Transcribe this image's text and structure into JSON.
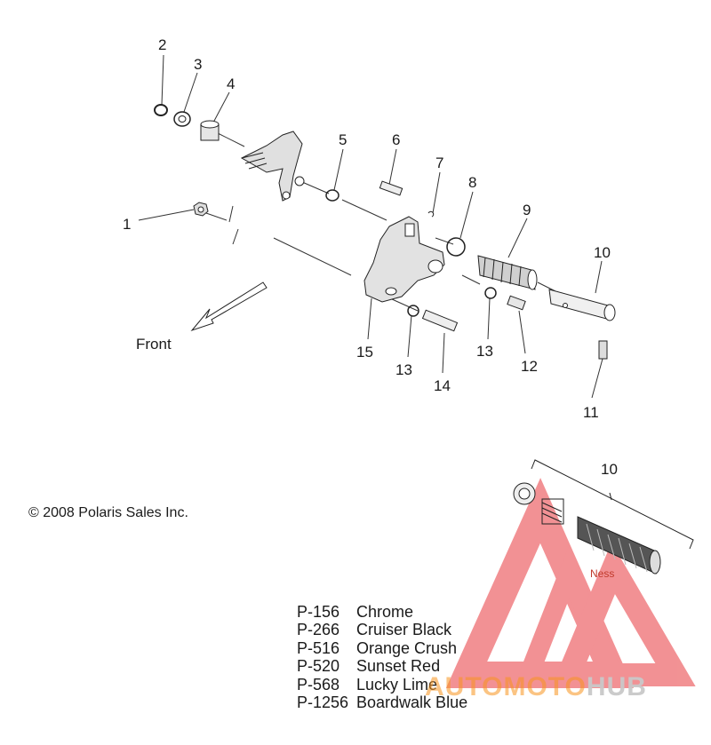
{
  "callouts": [
    "1",
    "2",
    "3",
    "4",
    "5",
    "6",
    "7",
    "8",
    "9",
    "10",
    "11",
    "12",
    "13",
    "13",
    "14",
    "15",
    "10"
  ],
  "front_label": "Front",
  "copyright": "© 2008 Polaris Sales Inc.",
  "brand_mark": "Ness",
  "paint_options": [
    {
      "code": "P-156",
      "name": "Chrome"
    },
    {
      "code": "P-266",
      "name": "Cruiser Black"
    },
    {
      "code": "P-516",
      "name": "Orange Crush"
    },
    {
      "code": "P-520",
      "name": "Sunset Red"
    },
    {
      "code": "P-568",
      "name": "Lucky Lime"
    },
    {
      "code": "P-1256",
      "name": "Boardwalk Blue"
    }
  ],
  "watermark": {
    "part1": "AUTOMOTO",
    "part2": "HUB",
    "color1": "#f7941d",
    "color2": "#c8c8c8",
    "logo_color": "#e8383d"
  }
}
